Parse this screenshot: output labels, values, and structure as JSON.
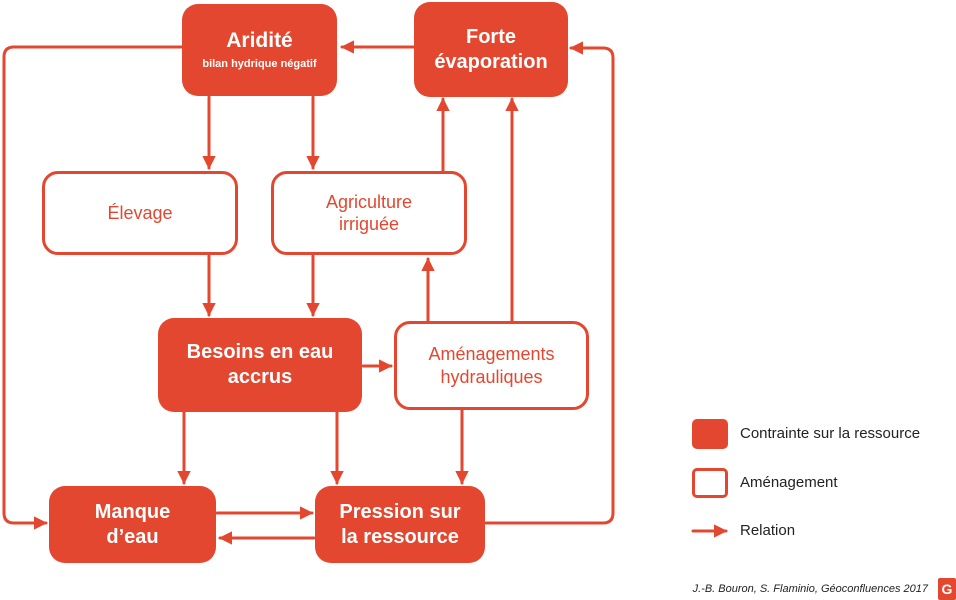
{
  "nodes": {
    "aridite": {
      "title": "Aridité",
      "subtitle": "bilan hydrique négatif"
    },
    "forte_evaporation": {
      "line1": "Forte",
      "line2": "évaporation"
    },
    "elevage": {
      "label": "Élevage"
    },
    "agriculture_irriguee": {
      "line1": "Agriculture",
      "line2": "irriguée"
    },
    "besoins_en_eau": {
      "line1": "Besoins en eau",
      "line2": "accrus"
    },
    "amenagements_hydrauliques": {
      "line1": "Aménagements",
      "line2": "hydrauliques"
    },
    "manque_deau": {
      "line1": "Manque",
      "line2": "d’eau"
    },
    "pression_ressource": {
      "line1": "Pression sur",
      "line2": "la ressource"
    }
  },
  "legend": {
    "constraint": "Contrainte sur la ressource",
    "amenagement": "Aménagement",
    "relation": "Relation"
  },
  "credit": "J.-B. Bouron, S. Flaminio, Géoconfluences 2017",
  "logo_text": "G",
  "colors": {
    "accent": "#e4472f",
    "text": "#222222",
    "background": "#ffffff"
  }
}
